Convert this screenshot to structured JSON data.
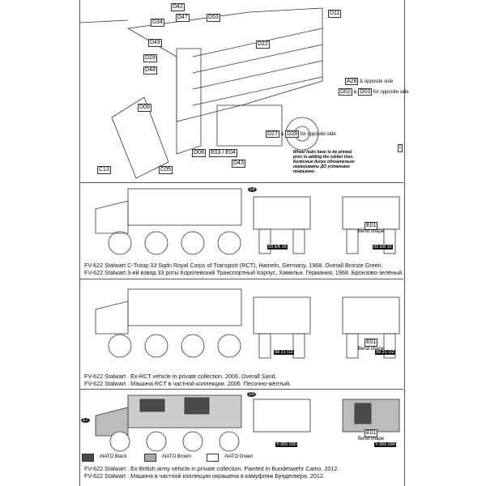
{
  "parts": {
    "d34": "D34",
    "d47": "D47",
    "d42": "D42",
    "d53": "D53",
    "d11": "D11",
    "d29": "D29",
    "d49": "D49",
    "d22": "D22",
    "d48": "D48",
    "a28": "A28",
    "a28_note": "& opposite side",
    "d02": "D02",
    "d03": "D03",
    "d02_note": "for opposite side",
    "d09": "D09",
    "d27": "D27",
    "d28": "D28",
    "d27_note": "for opposite side",
    "d08": "D08",
    "e03": "E03 / E04",
    "d43": "D43",
    "c13": "C13",
    "c05": "C05",
    "wheel": "I"
  },
  "wheel_note": {
    "en": "Wheel hubs have to be primed prior to adding the rubber tires.",
    "ru": "Колёсные диски обязательно окрашивать ДО установки покрышек."
  },
  "variants": [
    {
      "decal": "14",
      "plate1": "03 EB 16",
      "plate2": "03 EB 16",
      "e01": "E01",
      "bend": "Bend shape",
      "caption_en": "FV-622 Stalwart C-Troop 33 Sqdn Royal Corps of Transport (RCT), Hameln, Germany, 1968. Overall Bronze Green.",
      "caption_ru": "FV-622 Stalwart 3-ий взвод 33 роты Королевский Транспортный Корпус, Хамельн. Германия, 1968. Бронзово-зелёный."
    },
    {
      "plate1": "99 21 OZ",
      "plate2": "99 21 OZ",
      "e01": "E01",
      "bend": "Bend shape",
      "caption_en": "FV-622 Stalwart . Ex-RCT vehicle in private collection. 2006. Overall Sand.",
      "caption_ru": "FV-622 Stalwart . Машина RCT в частной коллекции. 2006. Песочно-жёлтый."
    },
    {
      "decal": "15",
      "decal2": "17",
      "plate1": "Y-355 030",
      "plate2": "Y-355 030",
      "e01": "E01",
      "bend": "Bend shape",
      "caption_en": "FV-622 Stalwart . Ex-British army vehicle in private collection. Painted in Bundeswehr Camo. 2012.",
      "caption_ru": "FV-622 Stalwart . Машина в частной коллекции окрашена в камуфляж Бундесвера. 2012."
    }
  ],
  "legend": [
    {
      "label": "-NATO Black",
      "color": "#4a4a4a"
    },
    {
      "label": "-NATO Brown",
      "color": "#a8a8a8"
    },
    {
      "label": "-NATO Green",
      "color": "#ffffff"
    }
  ]
}
